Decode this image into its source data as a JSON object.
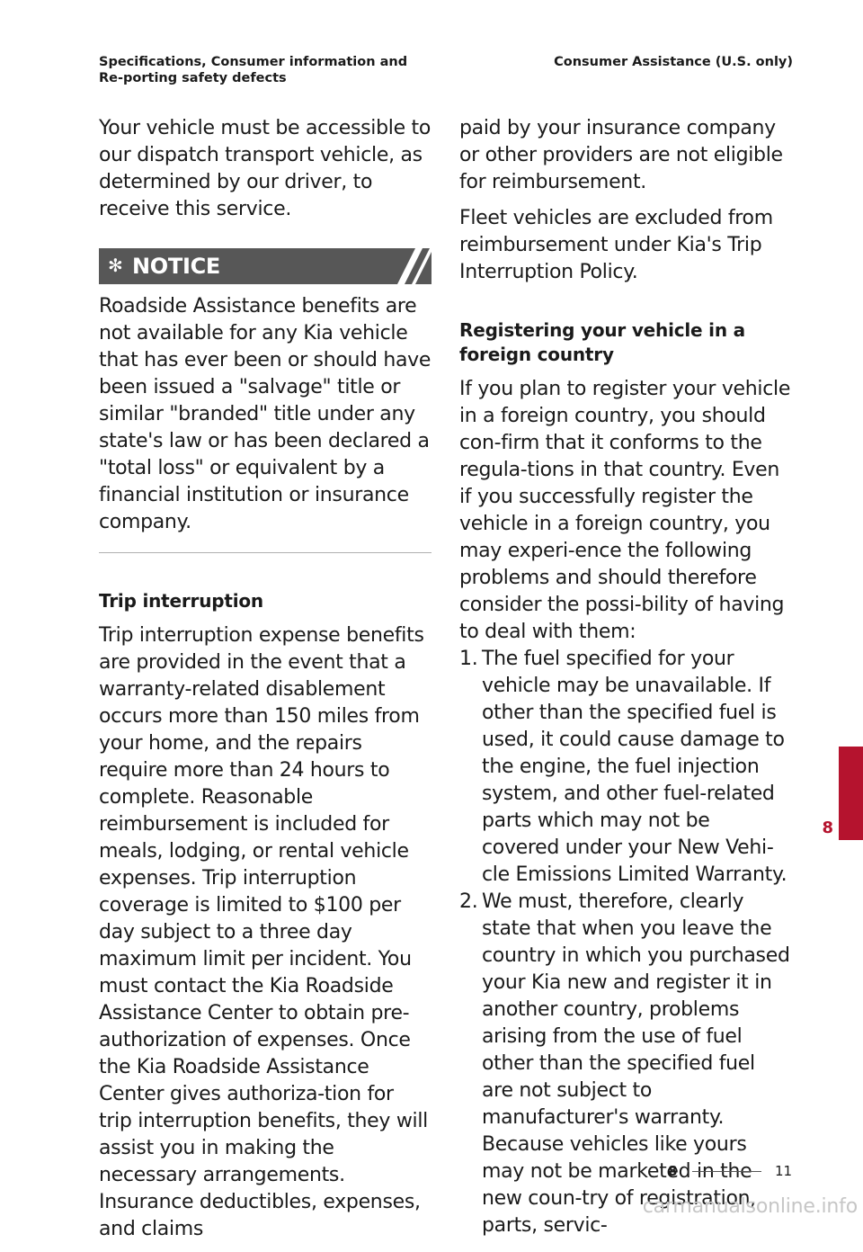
{
  "header": {
    "left": "Specifications, Consumer information and Re-porting safety defects",
    "right": "Consumer Assistance (U.S. only)"
  },
  "left_column": {
    "p1": "Your vehicle must be accessible to our dispatch transport vehicle, as determined by our driver, to receive this service.",
    "notice_label": "NOTICE",
    "notice_text": "Roadside Assistance benefits are not available for any Kia vehicle that has ever been or should have been issued a \"salvage\" title or similar \"branded\" title under any state's law or has been declared a \"total loss\" or equivalent by a financial institution or insurance company.",
    "heading": "Trip interruption",
    "p2": "Trip interruption expense benefits are provided in the event that a warranty-related disablement occurs more than 150 miles from your home, and the repairs require more than 24 hours to complete. Reasonable reimbursement is included for meals, lodging, or rental vehicle expenses. Trip interruption coverage is limited to $100 per day subject to a three day maximum limit per incident. You must contact the Kia Roadside Assistance Center to obtain pre-authorization of expenses. Once the Kia Roadside Assistance Center gives authoriza-tion for trip interruption benefits, they will assist you in making the necessary arrangements. Insurance deductibles, expenses, and claims"
  },
  "right_column": {
    "p1": "paid by your insurance company or other providers are not eligible for reimbursement.",
    "p2": "Fleet vehicles are excluded from reimbursement under Kia's Trip Interruption Policy.",
    "heading": "Registering your vehicle in a foreign country",
    "p3": "If you plan to register your vehicle in a foreign country, you should con-firm that it conforms to the regula-tions in that country. Even if you successfully register the vehicle in a foreign country, you may experi-ence the following problems and should therefore consider the possi-bility of having to deal with them:",
    "list": [
      {
        "num": "1.",
        "text": "The fuel specified for your vehicle may be unavailable. If other than the specified fuel is used, it could cause damage to the engine, the fuel injection system, and other fuel-related parts which may not be covered under your New Vehi-cle Emissions Limited Warranty."
      },
      {
        "num": "2.",
        "text": "We must, therefore, clearly state that when you leave the country in which you purchased your Kia new and register it in another country, problems arising from the use of fuel other than the specified fuel are not subject to manufacturer's warranty. Because vehicles like yours may not be marketed in the new coun-try of registration, parts, servic-"
      }
    ]
  },
  "chapter_tab": "8",
  "footer": {
    "chapter": "8",
    "page": "11"
  },
  "watermark": "carmanualsonline.info",
  "colors": {
    "accent": "#b5132e",
    "notice_bg": "#575757"
  }
}
